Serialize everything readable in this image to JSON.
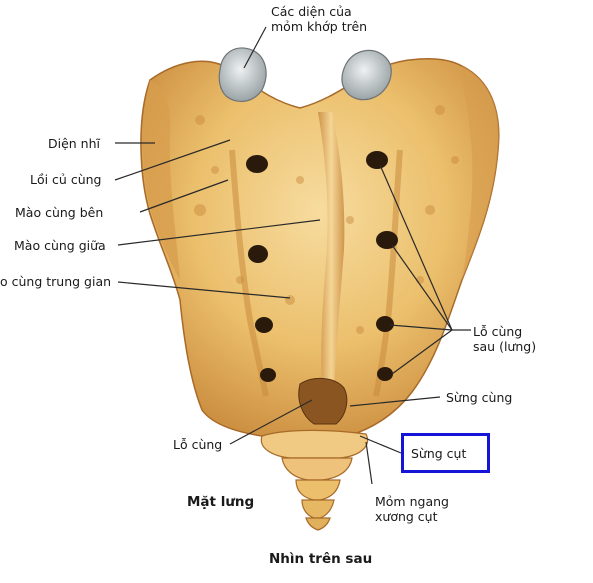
{
  "labels": {
    "cac_dien": [
      "Các diện của",
      "mỏm khớp trên"
    ],
    "dien_nhi": "Diện nhĩ",
    "loi_cu_cung": "Lồi củ cùng",
    "mao_cung_ben": "Mào cùng bên",
    "mao_cung_giua": "Mào cùng giữa",
    "mao_cung_trung_gian": "o cùng trung gian",
    "lo_cung_sau": [
      "Lỗ cùng",
      "sau (lưng)"
    ],
    "sung_cung": "Sừng cùng",
    "lo_cung": "Lỗ cùng",
    "sung_cut": "Sừng cụt",
    "mom_ngang": [
      "Mỏm ngang",
      "xương cụt"
    ],
    "mat_lung": "Mặt lưng",
    "caption": "Nhìn trên sau"
  },
  "colors": {
    "bone": "#e9b965",
    "bone_light": "#f6d89a",
    "bone_shadow": "#b8782f",
    "foramen": "#2a1a0c",
    "cartilage": "#c9cfd1",
    "leader": "#2a2a2a",
    "highlight_box": "#1515d8"
  }
}
